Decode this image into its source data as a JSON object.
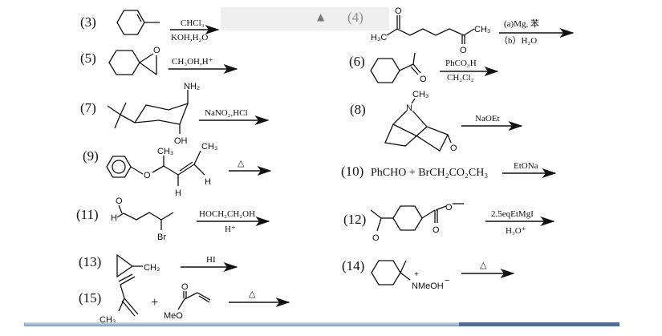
{
  "overlay": {
    "arrow_icon": "triangle-up-icon",
    "label": "(4)"
  },
  "reactions": [
    {
      "num": "(3)",
      "above": "CHCl₃",
      "below": "KOH,H₂O"
    },
    {
      "num": "(4)",
      "above": "(a)Mg, 苯",
      "below": "（b）H₂O",
      "atoms": {
        "left": "H₃C",
        "right": "CH₃",
        "o1": "O",
        "o2": "O"
      }
    },
    {
      "num": "(5)",
      "above": "CH₃OH,H⁺",
      "atoms": {
        "o": "O"
      }
    },
    {
      "num": "(6)",
      "above": "PhCO₃H",
      "below": "CH₂Cl₂",
      "atoms": {
        "o": "O"
      }
    },
    {
      "num": "(7)",
      "above": "NaNO₂,HCl",
      "atoms": {
        "nh2": "NH₂",
        "oh": "OH"
      }
    },
    {
      "num": "(8)",
      "above": "NaOEt",
      "atoms": {
        "n": "N",
        "ch3": "CH₃",
        "o": "O"
      }
    },
    {
      "num": "(9)",
      "above": "△",
      "atoms": {
        "o": "O",
        "ch3a": "CH₃",
        "ch3b": "CH₃",
        "h1": "H",
        "h2": "H"
      }
    },
    {
      "num": "(10)",
      "text": "PhCHO + BrCH₂CO₂CH₃",
      "above": "EtONa"
    },
    {
      "num": "(11)",
      "above": "HOCH₂CH₂OH",
      "below": "H⁺",
      "atoms": {
        "o": "O",
        "h": "H",
        "br": "Br"
      }
    },
    {
      "num": "(12)",
      "above": "2.5eqEtMgI",
      "below": "H₃O⁺",
      "atoms": {
        "o1": "O",
        "o2": "O",
        "o3": "O"
      }
    },
    {
      "num": "(13)",
      "above": "HI",
      "atoms": {
        "ch3": "CH₃"
      }
    },
    {
      "num": "(14)",
      "above": "△",
      "atoms": {
        "n": "NMeOH",
        "plus": "+",
        "minus": "−"
      }
    },
    {
      "num": "(15)",
      "plus": "+",
      "above": "△",
      "atoms": {
        "ch3": "CH₃",
        "meo": "MeO",
        "o": "O"
      }
    }
  ]
}
